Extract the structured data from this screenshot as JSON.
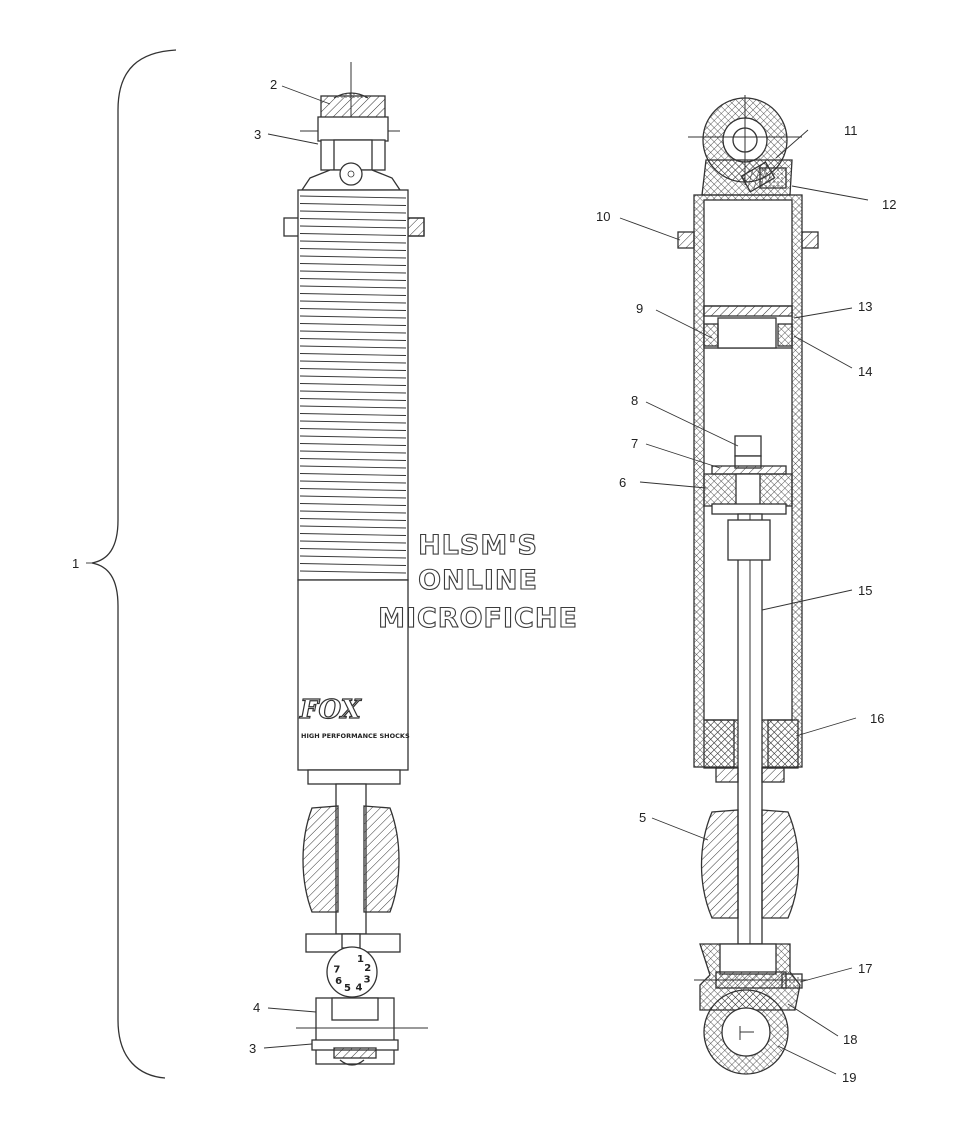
{
  "watermark": {
    "line1": "HLSM'S",
    "line2": "ONLINE",
    "line3": "MICROFICHE"
  },
  "shock_branding": {
    "logo": "FOX",
    "tagline": "HIGH PERFORMANCE SHOCKS"
  },
  "adjuster_dial": [
    "1",
    "2",
    "3",
    "4",
    "5",
    "6",
    "7"
  ],
  "callouts": {
    "c1": "1",
    "c2": "2",
    "c3_top": "3",
    "c3_bottom": "3",
    "c4": "4",
    "c5": "5",
    "c6": "6",
    "c7": "7",
    "c8": "8",
    "c9": "9",
    "c10": "10",
    "c11": "11",
    "c12": "12",
    "c13": "13",
    "c14": "14",
    "c15": "15",
    "c16": "16",
    "c17": "17",
    "c18": "18",
    "c19": "19"
  },
  "colors": {
    "line": "#333333",
    "background": "#ffffff"
  }
}
